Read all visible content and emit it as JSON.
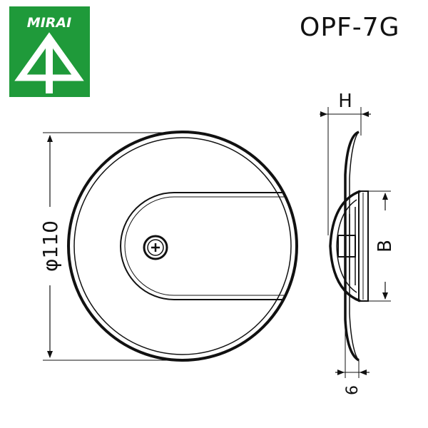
{
  "brand": {
    "name": "MIRAI",
    "color": "#1f9a3a"
  },
  "model": "OPF-7G",
  "dimensions": {
    "diameter_label": "φ110",
    "height_label": "H",
    "b_label": "B",
    "thickness_label": "6"
  },
  "colors": {
    "line": "#111111",
    "background": "#ffffff"
  }
}
